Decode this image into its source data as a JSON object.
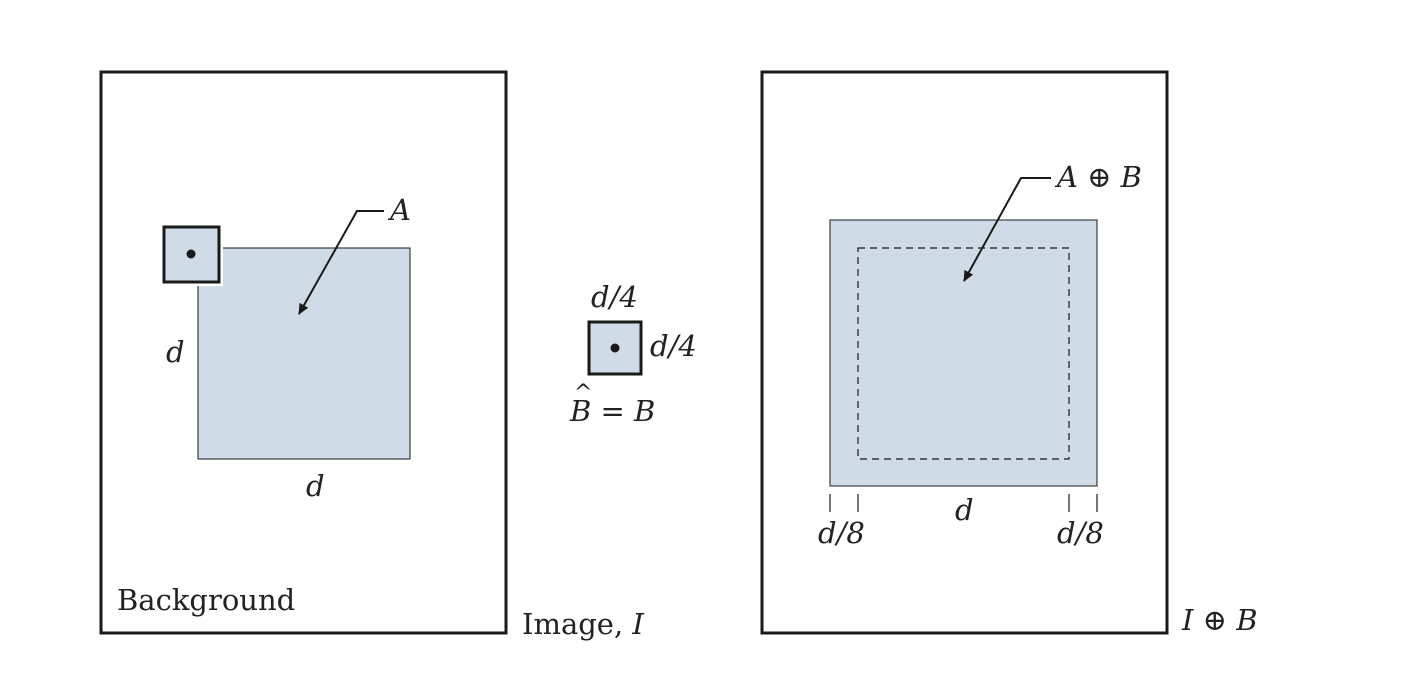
{
  "left_panel": {
    "object_label": "A",
    "side_label_vertical": "d",
    "side_label_horizontal": "d",
    "region_label": "Background",
    "caption_text": "Image, ",
    "caption_symbol": "I"
  },
  "structuring_element": {
    "top_label": "d/4",
    "side_label": "d/4",
    "equation_label": "B = B",
    "hat_mark": "^"
  },
  "right_panel": {
    "result_label": "A ⊕ B",
    "left_offset_label": "d/8",
    "center_label": "d",
    "right_offset_label": "d/8",
    "caption": "I ⊕ B"
  },
  "colors": {
    "fill": "#cfdce8",
    "stroke": "#1a1a1a"
  }
}
